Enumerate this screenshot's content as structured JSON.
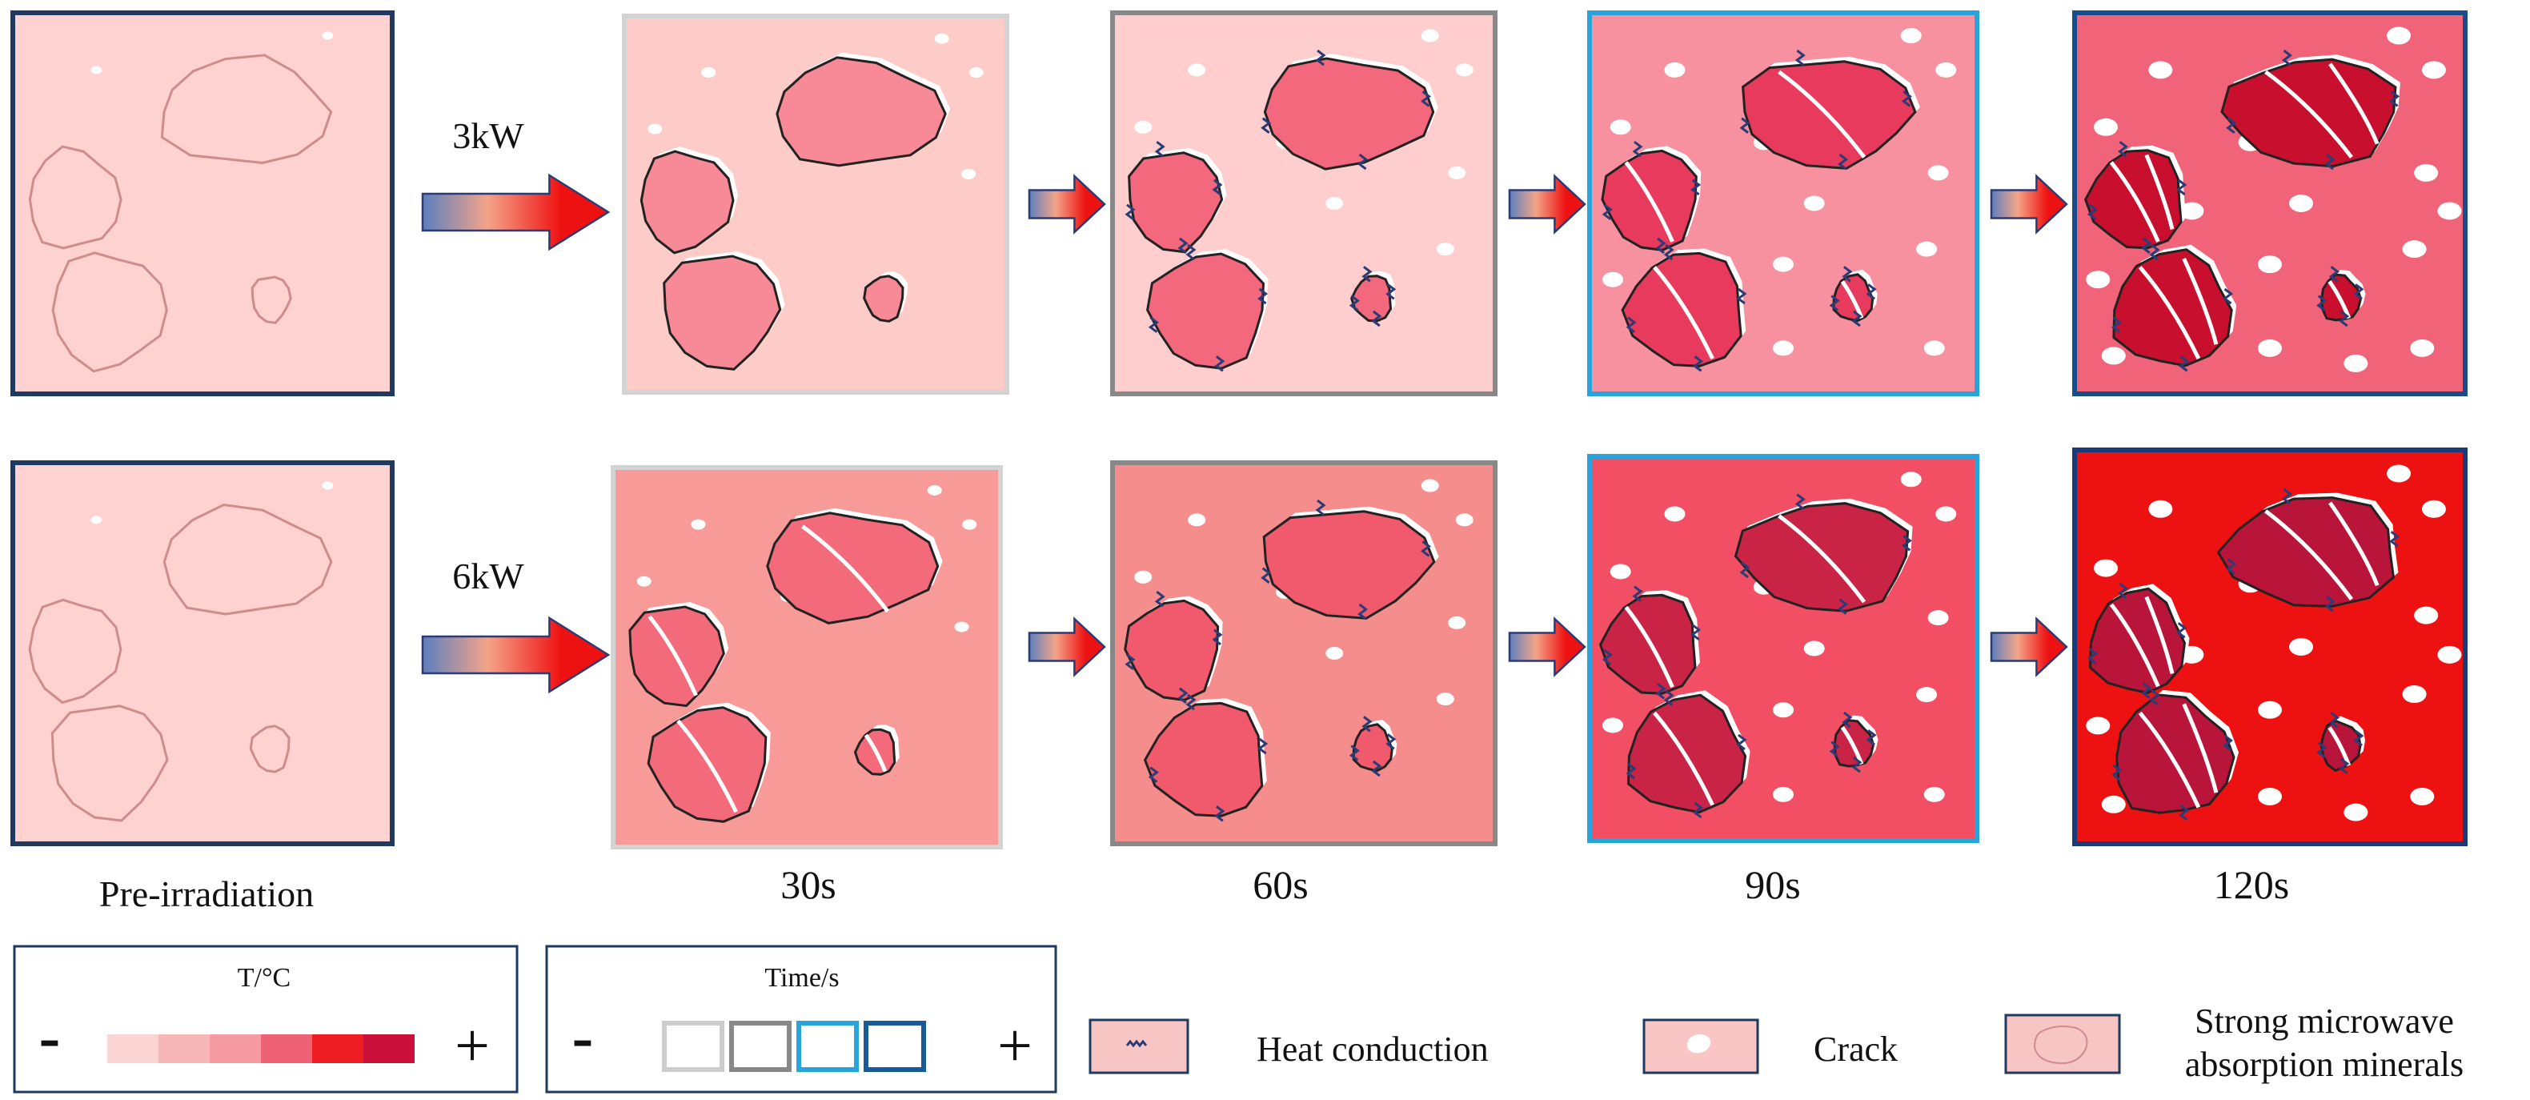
{
  "rows": [
    {
      "power_label": "3kW"
    },
    {
      "power_label": "6kW"
    }
  ],
  "time_labels": [
    "Pre-irradiation",
    "30s",
    "60s",
    "90s",
    "120s"
  ],
  "legend": {
    "temperature": {
      "title": "T/°C",
      "minus": "-",
      "plus": "+"
    },
    "time": {
      "title": "Time/s",
      "minus": "-",
      "plus": "+"
    },
    "heat_conduction": "Heat conduction",
    "crack": "Crack",
    "minerals_line1": "Strong microwave",
    "minerals_line2": "absorption minerals"
  },
  "colors": {
    "temperature_scale": [
      "#fbd4d4",
      "#f7b6b8",
      "#f49aa0",
      "#ef6276",
      "#ee1d23",
      "#c90f3a"
    ],
    "time_scale": [
      "#cccccc",
      "#888888",
      "#29a3db",
      "#1a5a9a"
    ],
    "arrow_start": "#5b7fc0",
    "arrow_mid": "#f4a488",
    "arrow_end": "#ee1111"
  },
  "panels": [
    [
      {
        "bg": "#fdd2d1",
        "border": "#1f3a5f",
        "mineral": "none",
        "cracks": false,
        "heat": false
      },
      {
        "bg": "#fdccc8",
        "border": "#d3d3d3",
        "mineral": "#f78a96",
        "cracks": false,
        "heat": false
      },
      {
        "bg": "#fdcecd",
        "border": "#888888",
        "mineral": "#f3687d",
        "cracks": false,
        "heat": true
      },
      {
        "bg": "#f791a0",
        "border": "#29a3db",
        "mineral": "#e83a5c",
        "cracks": true,
        "heat": true
      },
      {
        "bg": "#f06378",
        "border": "#1a4b8a",
        "mineral": "#c8102e",
        "cracks": true,
        "heat": true
      }
    ],
    [
      {
        "bg": "#fdd2d1",
        "border": "#1f3a5f",
        "mineral": "none",
        "cracks": false,
        "heat": false
      },
      {
        "bg": "#f89a98",
        "border": "#d3d3d3",
        "mineral": "#f36b7b",
        "cracks": true,
        "heat": false
      },
      {
        "bg": "#f48d8c",
        "border": "#888888",
        "mineral": "#f15a6c",
        "cracks": false,
        "heat": true
      },
      {
        "bg": "#f24e64",
        "border": "#29a3db",
        "mineral": "#c92346",
        "cracks": true,
        "heat": true
      },
      {
        "bg": "#ee1111",
        "border": "#1a3a7a",
        "mineral": "#b9153a",
        "cracks": true,
        "heat": true
      }
    ]
  ]
}
